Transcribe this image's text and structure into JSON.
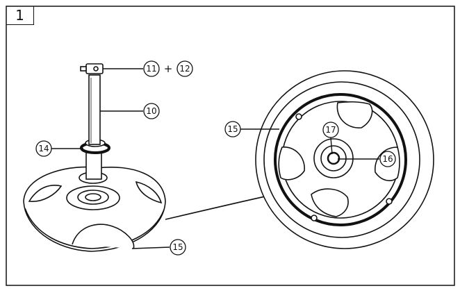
{
  "step_number": "1",
  "labels": {
    "plus": "+",
    "n11": "11",
    "n12": "12",
    "n10": "10",
    "n14": "14",
    "n15_left": "15",
    "n15_right": "15",
    "n16": "16",
    "n17": "17"
  }
}
